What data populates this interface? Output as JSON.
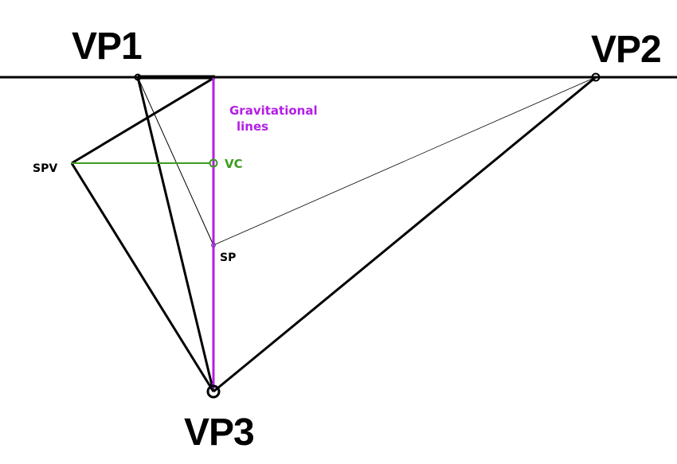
{
  "labels": {
    "vp1": "VP1",
    "vp2": "VP2",
    "vp3": "VP3",
    "spv": "SPV",
    "vc": "VC",
    "sp": "SP",
    "gravitational_line1": "Gravitational",
    "gravitational_line2": "lines"
  },
  "colors": {
    "ink": "#000000",
    "gravitational": "#b41ee6",
    "vc": "#3c9b1e",
    "background": "#ffffff"
  }
}
